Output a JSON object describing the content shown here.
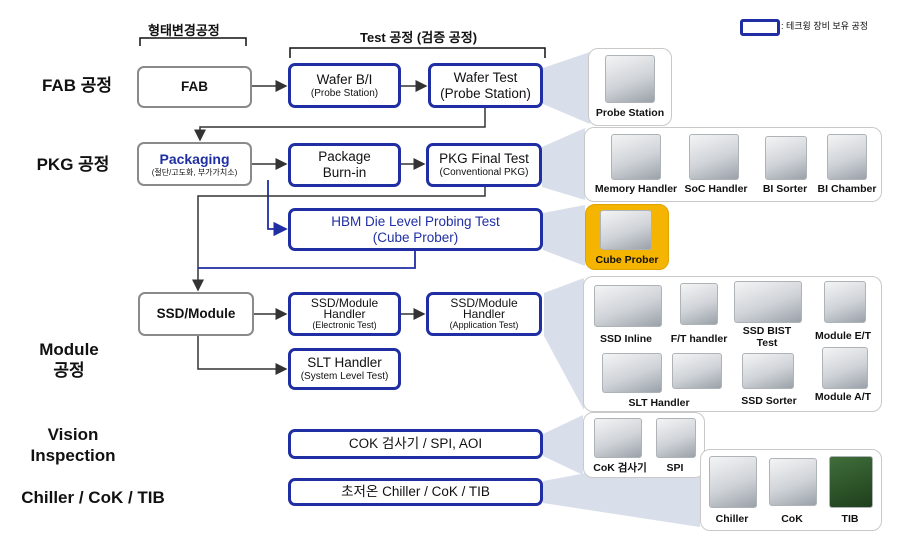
{
  "headers": {
    "shape_change": "형태변경공정",
    "test_process": "Test 공정 (검증 공정)",
    "legend": ": 테크윙 장비 보유 공정"
  },
  "row_labels": {
    "fab": "FAB 공정",
    "pkg": "PKG 공정",
    "module_1": "Module",
    "module_2": "공정",
    "vision_1": "Vision",
    "vision_2": "Inspection",
    "chiller": "Chiller / CoK / TIB"
  },
  "boxes": {
    "fab": "FAB",
    "wafer_bi_1": "Wafer B/I",
    "wafer_bi_2": "(Probe Station)",
    "wafer_test_1": "Wafer Test",
    "wafer_test_2": "(Probe Station)",
    "packaging_1": "Packaging",
    "packaging_2": "(절단/고도화, 부가가치소)",
    "pkg_burnin_1": "Package",
    "pkg_burnin_2": "Burn-in",
    "pkg_final_1": "PKG Final Test",
    "pkg_final_2": "(Conventional PKG)",
    "hbm_1": "HBM Die Level Probing Test",
    "hbm_2": "(Cube Prober)",
    "ssd_module": "SSD/Module",
    "ssd_et_1": "SSD/Module",
    "ssd_et_2": "Handler",
    "ssd_et_3": "(Electronic Test)",
    "ssd_at_1": "SSD/Module",
    "ssd_at_2": "Handler",
    "ssd_at_3": "(Application Test)",
    "slt_1": "SLT Handler",
    "slt_2": "(System Level Test)",
    "cok": "COK 검사기 / SPI, AOI",
    "chiller": "초저온 Chiller / CoK / TIB"
  },
  "captions": {
    "probe_station": "Probe Station",
    "memory_handler": "Memory Handler",
    "soc_handler": "SoC Handler",
    "bi_sorter": "BI Sorter",
    "bi_chamber": "BI Chamber",
    "cube_prober": "Cube Prober",
    "ssd_inline": "SSD Inline",
    "ft_handler": "F/T handler",
    "ssd_bist_1": "SSD BIST",
    "ssd_bist_2": "Test",
    "module_et": "Module E/T",
    "slt_handler": "SLT Handler",
    "ssd_sorter": "SSD Sorter",
    "module_at": "Module A/T",
    "cok_tester": "CoK 검사기",
    "spi": "SPI",
    "chiller": "Chiller",
    "cok": "CoK",
    "tib": "TIB"
  },
  "colors": {
    "accent_blue": "#1f2fa3",
    "packaging_text": "#1f2fa3",
    "cube_highlight": "#f5b400",
    "connector_fill": "#cfd6e6"
  }
}
